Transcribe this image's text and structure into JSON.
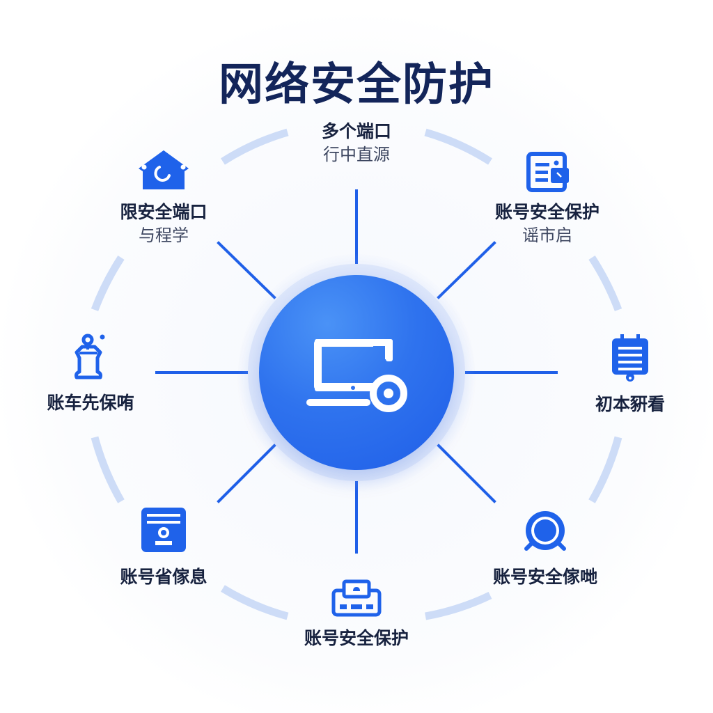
{
  "title": "网络安全防护",
  "colors": {
    "title": "#13255a",
    "accent": "#1f5fe8",
    "ring": "#cddcf7",
    "hub": "#2f73ee",
    "label": "#17223f"
  },
  "hub": {
    "icon": "laptop-with-lock-icon"
  },
  "nodes": [
    {
      "position": "top",
      "label": "多个端口",
      "sub": "行中直源",
      "icon": "none"
    },
    {
      "position": "top-right",
      "label": "账号安全保护",
      "sub": "谣市启",
      "icon": "document-card-icon"
    },
    {
      "position": "right",
      "label": "初本豣看",
      "sub": "",
      "icon": "clipboard-list-icon"
    },
    {
      "position": "bottom-right",
      "label": "账号安全傢哋",
      "sub": "",
      "icon": "magnifier-ring-icon"
    },
    {
      "position": "bottom",
      "label": "账号安全保护",
      "sub": "",
      "icon": "keyboard-lock-icon"
    },
    {
      "position": "bottom-left",
      "label": "账号省傢息",
      "sub": "",
      "icon": "id-card-icon"
    },
    {
      "position": "left",
      "label": "账车先保哊",
      "sub": "",
      "icon": "trophy-cup-icon"
    },
    {
      "position": "top-left",
      "label": "限安全端口",
      "sub": "与程学",
      "icon": "house-moon-icon"
    }
  ]
}
